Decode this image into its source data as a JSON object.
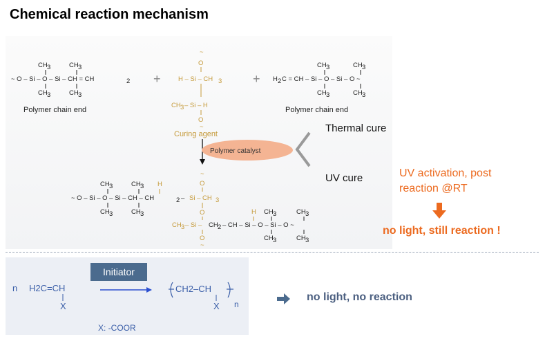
{
  "title": "Chemical reaction mechanism",
  "top_scheme": {
    "left_chain": {
      "ch3": "CH3",
      "backbone_left": "~O–Si–O–Si–CH = CH2",
      "caption": "Polymer chain end"
    },
    "plus": "+",
    "curing_agent": {
      "caption": "Curing agent",
      "row1": "H–Si–CH3",
      "row2": "CH3–Si–H",
      "o": "O"
    },
    "right_chain": {
      "backbone_right": "H2C = CH–Si–O–Si–O~",
      "caption": "Polymer chain end"
    },
    "catalyst": "Polymer catalyst",
    "product": {
      "row1": "~O–Si–O–Si–CH–CH2–Si–CH3",
      "row2": "CH3–Si–CH2–CH–Si–O–Si–O~",
      "h": "H"
    }
  },
  "cure": {
    "thermal": "Thermal cure",
    "uv": "UV cure",
    "uv_activation": "UV activation, post reaction @RT",
    "still_reaction": "no light, still reaction !"
  },
  "bottom_scheme": {
    "initiator": "Initiator",
    "n": "n",
    "monomer": "H2C=CH",
    "x": "X",
    "polymer": "CH2–CH",
    "substituent": "X:  -COOR",
    "no_reaction": "no light, no reaction"
  },
  "colors": {
    "orange": "#ec6a1f",
    "gold": "#c59a3a",
    "catalyst_fill": "#f4b493",
    "initiator_box": "#4b6b8e",
    "slate_text": "#4b5f80",
    "blue_text": "#3a5ea8"
  }
}
